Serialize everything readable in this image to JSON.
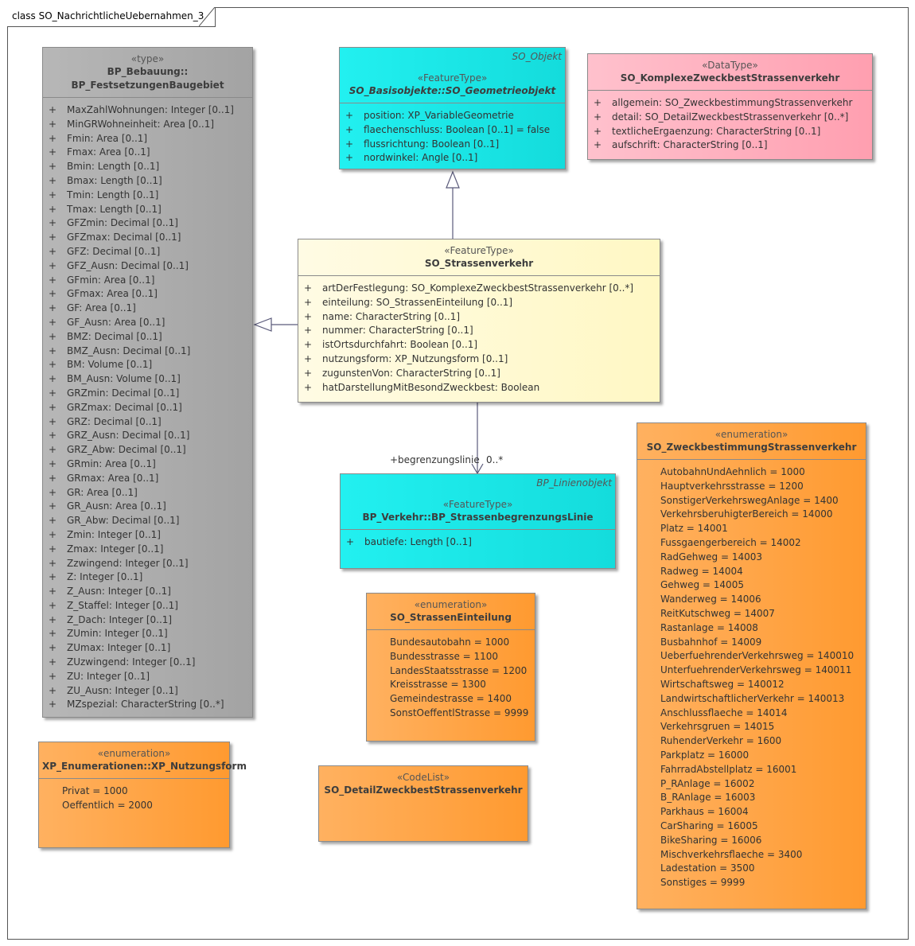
{
  "diagram_title": "class SO_NachrichtlicheUebernahmen_3",
  "classes": {
    "bebauung": {
      "stereotype": "«type»",
      "name_line1": "BP_Bebauung::",
      "name_line2": "BP_FestsetzungenBaugebiet",
      "attributes": [
        "MaxZahlWohnungen: Integer [0..1]",
        "MinGRWohneinheit: Area [0..1]",
        "Fmin: Area [0..1]",
        "Fmax: Area [0..1]",
        "Bmin: Length [0..1]",
        "Bmax: Length [0..1]",
        "Tmin: Length [0..1]",
        "Tmax: Length [0..1]",
        "GFZmin: Decimal [0..1]",
        "GFZmax: Decimal [0..1]",
        "GFZ: Decimal [0..1]",
        "GFZ_Ausn: Decimal [0..1]",
        "GFmin: Area [0..1]",
        "GFmax: Area [0..1]",
        "GF: Area [0..1]",
        "GF_Ausn: Area [0..1]",
        "BMZ: Decimal [0..1]",
        "BMZ_Ausn: Decimal [0..1]",
        "BM: Volume [0..1]",
        "BM_Ausn: Volume [0..1]",
        "GRZmin: Decimal [0..1]",
        "GRZmax: Decimal [0..1]",
        "GRZ: Decimal [0..1]",
        "GRZ_Ausn: Decimal [0..1]",
        "GRZ_Abw: Decimal [0..1]",
        "GRmin: Area [0..1]",
        "GRmax: Area [0..1]",
        "GR: Area [0..1]",
        "GR_Ausn: Area [0..1]",
        "GR_Abw: Decimal [0..1]",
        "Zmin: Integer [0..1]",
        "Zmax: Integer [0..1]",
        "Zzwingend: Integer [0..1]",
        "Z: Integer [0..1]",
        "Z_Ausn: Integer [0..1]",
        "Z_Staffel: Integer [0..1]",
        "Z_Dach: Integer [0..1]",
        "ZUmin: Integer [0..1]",
        "ZUmax: Integer [0..1]",
        "ZUzwingend: Integer [0..1]",
        "ZU: Integer [0..1]",
        "ZU_Ausn: Integer [0..1]",
        "MZspezial: CharacterString [0..*]"
      ]
    },
    "geometrieobjekt": {
      "tag": "SO_Objekt",
      "stereotype": "«FeatureType»",
      "name": "SO_Basisobjekte::SO_Geometrieobjekt",
      "attributes": [
        "position: XP_VariableGeometrie",
        "flaechenschluss: Boolean [0..1] = false",
        "flussrichtung: Boolean [0..1]",
        "nordwinkel: Angle [0..1]"
      ]
    },
    "komplexe": {
      "stereotype": "«DataType»",
      "name": "SO_KomplexeZweckbestStrassenverkehr",
      "attributes": [
        "allgemein: SO_ZweckbestimmungStrassenverkehr",
        "detail: SO_DetailZweckbestStrassenverkehr [0..*]",
        "textlicheErgaenzung: CharacterString [0..1]",
        "aufschrift: CharacterString [0..1]"
      ]
    },
    "strassenverkehr": {
      "stereotype": "«FeatureType»",
      "name": "SO_Strassenverkehr",
      "attributes": [
        "artDerFestlegung: SO_KomplexeZweckbestStrassenverkehr [0..*]",
        "einteilung: SO_StrassenEinteilung [0..1]",
        "name: CharacterString [0..1]",
        "nummer: CharacterString [0..1]",
        "istOrtsdurchfahrt: Boolean [0..1]",
        "nutzungsform: XP_Nutzungsform [0..1]",
        "zugunstenVon: CharacterString [0..1]",
        "hatDarstellungMitBesondZweckbest: Boolean"
      ]
    },
    "begrenzungslinie": {
      "tag": "BP_Linienobjekt",
      "stereotype": "«FeatureType»",
      "name": "BP_Verkehr::BP_StrassenbegrenzungsLinie",
      "attributes": [
        "bautiefe: Length [0..1]"
      ]
    },
    "einteilung": {
      "stereotype": "«enumeration»",
      "name": "SO_StrassenEinteilung",
      "literals": [
        "Bundesautobahn = 1000",
        "Bundesstrasse = 1100",
        "LandesStaatsstrasse = 1200",
        "Kreisstrasse = 1300",
        "Gemeindestrasse = 1400",
        "SonstOeffentlStrasse = 9999"
      ]
    },
    "nutzungsform": {
      "stereotype": "«enumeration»",
      "name": "XP_Enumerationen::XP_Nutzungsform",
      "literals": [
        "Privat = 1000",
        "Oeffentlich = 2000"
      ]
    },
    "detail": {
      "stereotype": "«CodeList»",
      "name": "SO_DetailZweckbestStrassenverkehr"
    },
    "zweckbestimmung": {
      "stereotype": "«enumeration»",
      "name": "SO_ZweckbestimmungStrassenverkehr",
      "literals": [
        "AutobahnUndAehnlich = 1000",
        "Hauptverkehrsstrasse = 1200",
        "SonstigerVerkehrswegAnlage = 1400",
        "VerkehrsberuhigterBereich = 14000",
        "Platz = 14001",
        "Fussgaengerbereich = 14002",
        "RadGehweg = 14003",
        "Radweg = 14004",
        "Gehweg = 14005",
        "Wanderweg = 14006",
        "ReitKutschweg = 14007",
        "Rastanlage = 14008",
        "Busbahnhof = 14009",
        "UeberfuehrenderVerkehrsweg = 140010",
        "UnterfuehrenderVerkehrsweg = 140011",
        "Wirtschaftsweg = 140012",
        "LandwirtschaftlicherVerkehr = 140013",
        "Anschlussflaeche = 14014",
        "Verkehrsgruen = 14015",
        "RuhenderVerkehr = 1600",
        "Parkplatz = 16000",
        "FahrradAbstellplatz = 16001",
        "P_RAnlage = 16002",
        "B_RAnlage = 16003",
        "Parkhaus = 16004",
        "CarSharing = 16005",
        "BikeSharing = 16006",
        "Mischverkehrsflaeche = 3400",
        "Ladestation = 3500",
        "Sonstiges = 9999"
      ]
    }
  },
  "association": {
    "role": "+begrenzungslinie",
    "multiplicity": "0..*"
  },
  "visibility_symbol": "+"
}
